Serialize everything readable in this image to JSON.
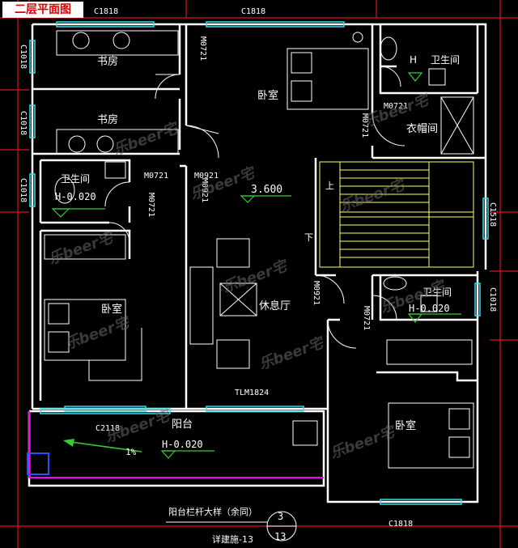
{
  "drawing_title": "二层平面图",
  "rooms": {
    "study1": "书房",
    "study2": "书房",
    "bedroom_main": "卧室",
    "bedroom_left": "卧室",
    "bedroom_right": "卧室",
    "bath_top_left": "卫生间",
    "bath_top_right": "卫生间",
    "bath_right": "卫生间",
    "closet": "衣帽间",
    "lounge": "休息厅",
    "balcony": "阳台"
  },
  "tags": {
    "c1818_top_left": "C1818",
    "c1818_top_mid": "C1818",
    "c1818_bottom": "C1818",
    "c1018_left_1": "C1018",
    "c1018_left_2": "C1018",
    "c1018_left_3": "C1018",
    "c1018_right": "C1018",
    "c1518": "C1518",
    "c2118": "C2118",
    "m0721_top": "M0721",
    "m0721_closet": "M0721",
    "m0721_vert": "M0721",
    "m0721_bath": "M0721",
    "m0721_left": "M0721",
    "m0721_right": "M0721",
    "m0921_top": "M0921",
    "m0921_vert": "M0921",
    "m0921_right": "M0921",
    "tlm1824": "TLM1824",
    "h_tl": "H",
    "stair_up": "上",
    "stair_down": "下"
  },
  "elevations": {
    "bath_left": "H-0.020",
    "bath_right": "H-0.020",
    "balcony": "H-0.020",
    "floor": "3.600"
  },
  "slope": "1%",
  "balcony_note": "阳台栏杆大样（余同）",
  "detail_number": "3",
  "detail_sheet": "13",
  "sheet_ref": "详建施-13",
  "watermark": "乐beer宅",
  "colors": {
    "wall": "#ffffff",
    "dim_red": "#e01020",
    "stair": "#ffff66",
    "window": "#33ddee",
    "accent": "#2255ff",
    "magenta": "#ff00ff",
    "title_text": "#d00000",
    "elev_green": "#33cc33"
  }
}
